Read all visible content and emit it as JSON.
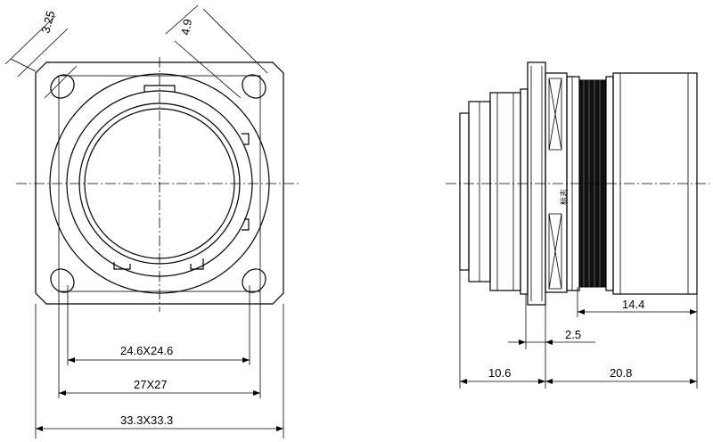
{
  "front_view": {
    "dim_hole_offset": "3.25",
    "dim_hole_diameter": "4.9",
    "dim_bolt_spacing": "24.6X24.6",
    "dim_flange_inner": "27X27",
    "dim_flange_outer": "33.3X33.3"
  },
  "side_view": {
    "dim_rear_length": "14.4",
    "dim_flange_thickness": "2.5",
    "dim_front_length": "10.6",
    "dim_rear_total": "20.8",
    "marking_label": "标志"
  }
}
